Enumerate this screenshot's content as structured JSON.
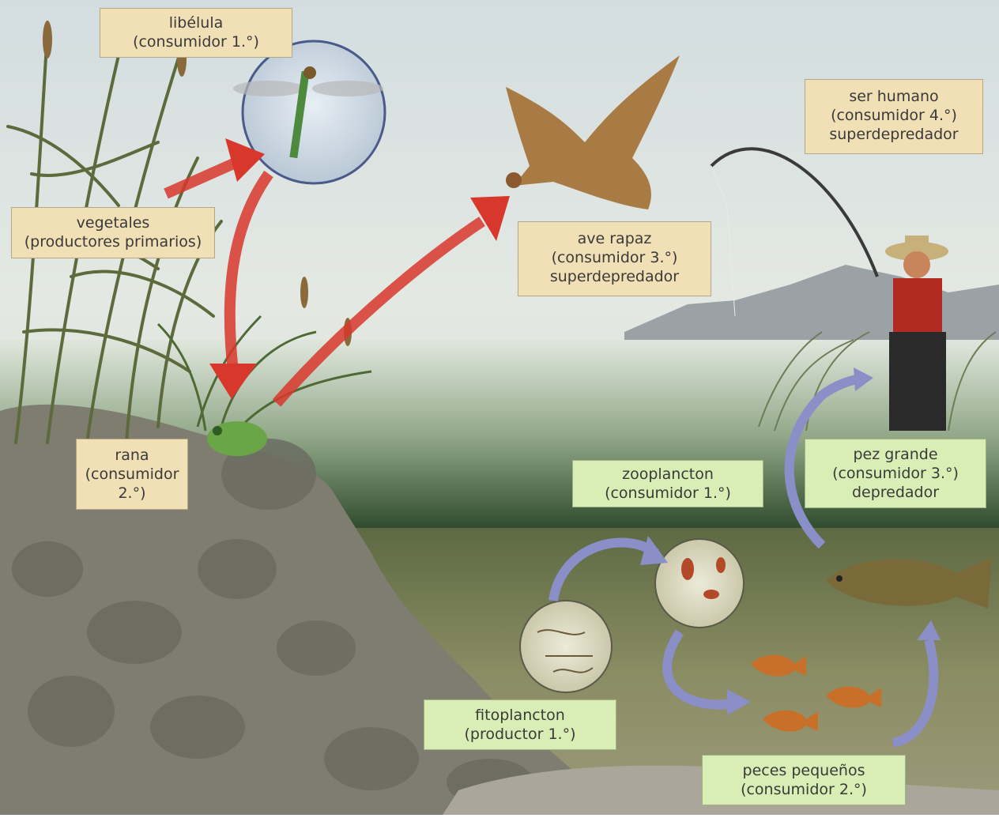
{
  "labels": {
    "libelula": {
      "name": "libélula",
      "role": "(consumidor 1.°)"
    },
    "vegetales": {
      "name": "vegetales",
      "role": "(productores primarios)"
    },
    "ave": {
      "name": "ave rapaz",
      "role": "(consumidor 3.°)",
      "extra": "superdepredador"
    },
    "humano": {
      "name": "ser humano",
      "role": "(consumidor 4.°)",
      "extra": "superdepredador"
    },
    "rana": {
      "name": "rana",
      "role": "(consumidor",
      "extra": "2.°)"
    },
    "zooplancton": {
      "name": "zooplancton",
      "role": "(consumidor 1.°)"
    },
    "pez_grande": {
      "name": "pez grande",
      "role": "(consumidor 3.°)",
      "extra": "depredador"
    },
    "fitoplancton": {
      "name": "fitoplancton",
      "role": "(productor 1.°)"
    },
    "peces": {
      "name": "peces pequeños",
      "role": "(consumidor 2.°)"
    }
  },
  "colors": {
    "land_arrow": "#d8372b",
    "water_arrow": "#8a8fc8",
    "land_label": "#f1dfb5",
    "water_label": "#d8eeb4"
  }
}
